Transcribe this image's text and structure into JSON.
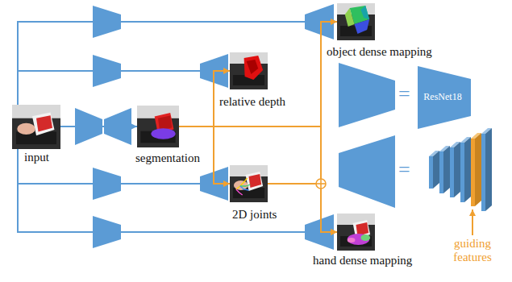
{
  "diagram": {
    "nodes": [
      {
        "text": [
          "input"
        ]
      },
      {
        "text": [
          "segmentation"
        ]
      },
      {
        "text": [
          "relative depth"
        ]
      },
      {
        "text": [
          "2D joints"
        ]
      },
      {
        "text": [
          "object dense mapping"
        ]
      },
      {
        "text": [
          "hand dense mapping"
        ]
      },
      {
        "text": [
          "ResNet18"
        ]
      }
    ],
    "edges": [
      {
        "from": 0,
        "to": 1,
        "arrow": "to"
      },
      {
        "from": 0,
        "to": 4,
        "arrow": "to"
      },
      {
        "from": 0,
        "to": 2,
        "arrow": "to"
      },
      {
        "from": 0,
        "to": 3,
        "arrow": "to"
      },
      {
        "from": 0,
        "to": 5,
        "arrow": "to"
      },
      {
        "from": 1,
        "to": 2,
        "arrow": "to"
      },
      {
        "from": 1,
        "to": 3,
        "arrow": "to"
      },
      {
        "from": 1,
        "to": 4,
        "arrow": "to"
      },
      {
        "from": 1,
        "to": 5,
        "arrow": "to"
      },
      {
        "from": 3,
        "to": 5,
        "arrow": "to"
      }
    ],
    "labels": [
      "=",
      "=",
      "guiding features"
    ]
  }
}
